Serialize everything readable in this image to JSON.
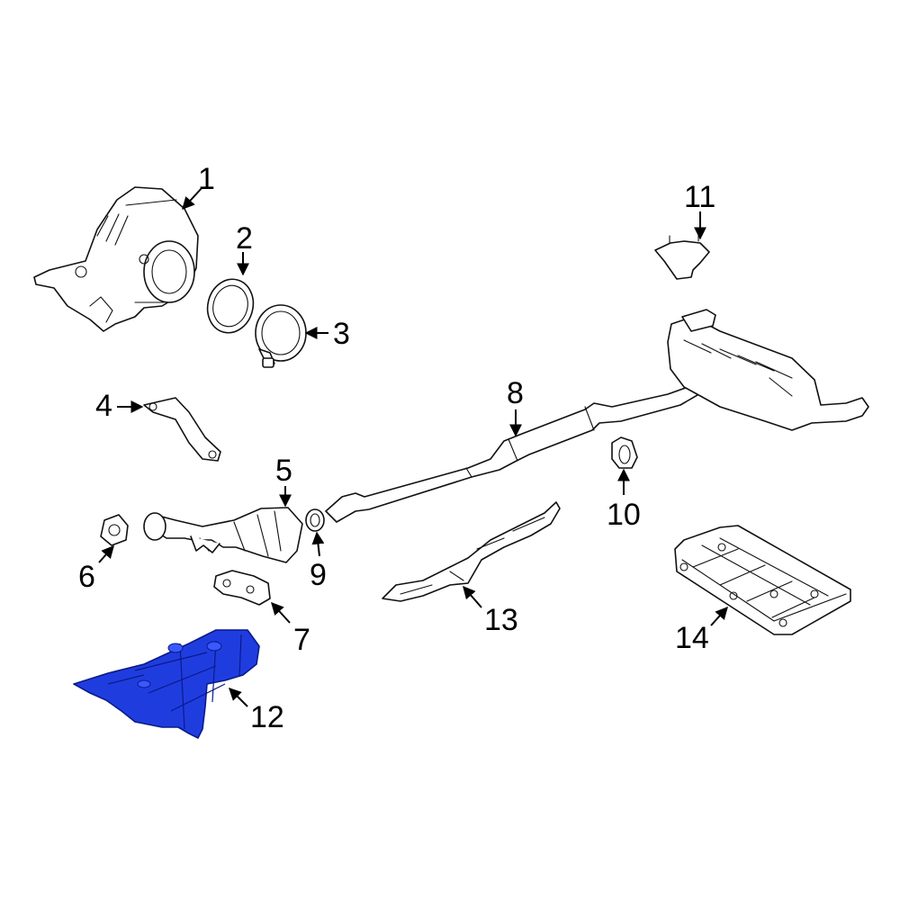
{
  "diagram": {
    "highlight_color": "#1f3ddf",
    "line_color": "#111111",
    "callouts": [
      {
        "id": "1",
        "label": "1"
      },
      {
        "id": "2",
        "label": "2"
      },
      {
        "id": "3",
        "label": "3"
      },
      {
        "id": "4",
        "label": "4"
      },
      {
        "id": "5",
        "label": "5"
      },
      {
        "id": "6",
        "label": "6"
      },
      {
        "id": "7",
        "label": "7"
      },
      {
        "id": "8",
        "label": "8"
      },
      {
        "id": "9",
        "label": "9"
      },
      {
        "id": "10",
        "label": "10"
      },
      {
        "id": "11",
        "label": "11"
      },
      {
        "id": "12",
        "label": "12"
      },
      {
        "id": "13",
        "label": "13"
      },
      {
        "id": "14",
        "label": "14"
      }
    ]
  }
}
